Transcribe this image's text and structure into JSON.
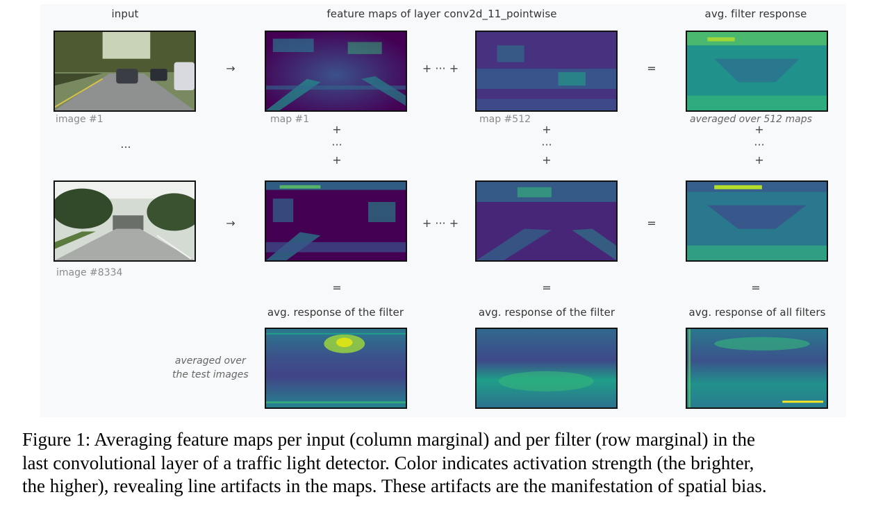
{
  "headers": {
    "input": "input",
    "feature_maps": "feature maps of layer conv2d_11_pointwise",
    "avg_filter_response": "avg. filter response"
  },
  "sublabels": {
    "image_1": "image #1",
    "image_8334": "image #8334",
    "map_1": "map #1",
    "map_512": "map #512",
    "averaged_512": "averaged over 512 maps"
  },
  "symbols": {
    "arrow": "→",
    "plus_dots_plus": "+ ··· +",
    "equals": "=",
    "plus": "+",
    "vdots": "···",
    "ellipsis": "..."
  },
  "bottom_row": {
    "label_1": "avg. response of the filter",
    "label_2": "avg. response of the filter",
    "label_3": "avg. response of all filters",
    "note_line1": "averaged over",
    "note_line2": "the test images"
  },
  "caption": {
    "line1": "Figure 1: Averaging feature maps per input (column marginal) and per filter (row marginal) in the",
    "line2": "last convolutional layer of a traffic light detector.  Color indicates activation strength (the brighter,",
    "line3": "the higher), revealing line artifacts in the maps. These artifacts are the manifestation of spatial bias."
  },
  "colors": {
    "viridis_dark": "#440154",
    "viridis_mid": "#21918c",
    "viridis_bright": "#fde725"
  }
}
